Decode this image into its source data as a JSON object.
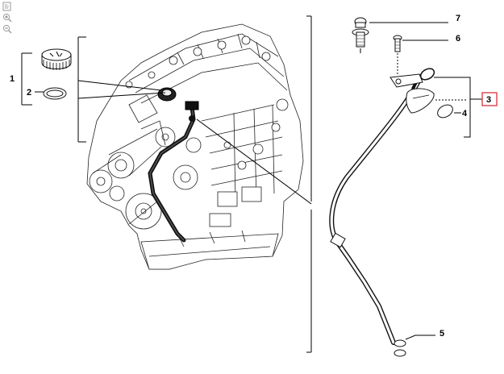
{
  "toolbar": {
    "icons": [
      "fit-page-icon",
      "zoom-in-icon",
      "zoom-out-icon"
    ]
  },
  "callouts": [
    {
      "id": "1",
      "label": "1"
    },
    {
      "id": "2",
      "label": "2"
    },
    {
      "id": "3",
      "label": "3",
      "highlighted": true
    },
    {
      "id": "4",
      "label": "4"
    },
    {
      "id": "5",
      "label": "5"
    },
    {
      "id": "6",
      "label": "6"
    },
    {
      "id": "7",
      "label": "7"
    }
  ],
  "colors": {
    "highlight": "#d8303a",
    "line": "#000000",
    "background": "#ffffff"
  }
}
